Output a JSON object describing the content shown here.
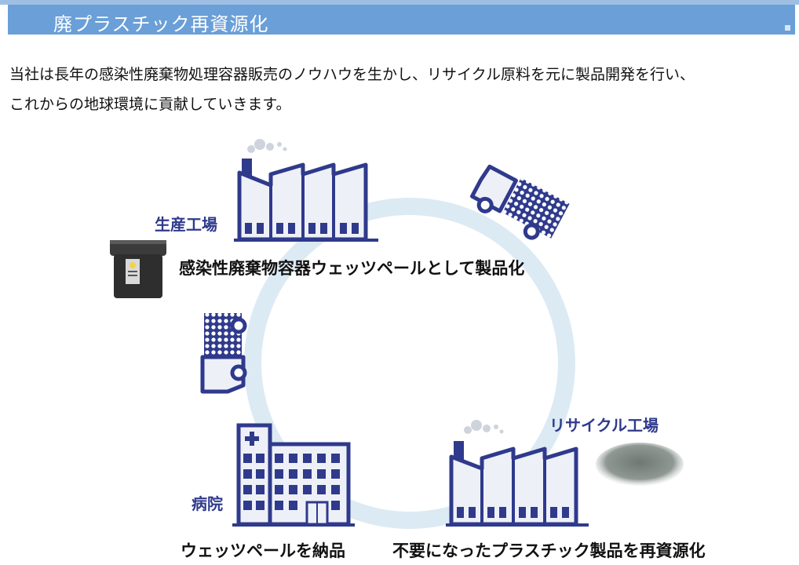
{
  "header": {
    "title": "廃プラスチック再資源化"
  },
  "intro": {
    "line1": "当社は長年の感染性廃棄物処理容器販売のノウハウを生かし、リサイクル原料を元に製品開発を行い、",
    "line2": "これからの地球環境に貢献していきます。"
  },
  "diagram": {
    "factory_label": "生産工場",
    "product_caption": "感染性廃棄物容器ウェッツペールとして製品化",
    "hospital_label": "病院",
    "delivery_caption": "ウェッツペールを納品",
    "recycle_label": "リサイクル工場",
    "recycle_caption": "不要になったプラスチック製品を再資源化"
  },
  "colors": {
    "header_bg": "#6a9fd8",
    "navy": "#2f3a8c",
    "cycle_ring": "#dceaf4",
    "building_fill": "#eef0f7"
  }
}
